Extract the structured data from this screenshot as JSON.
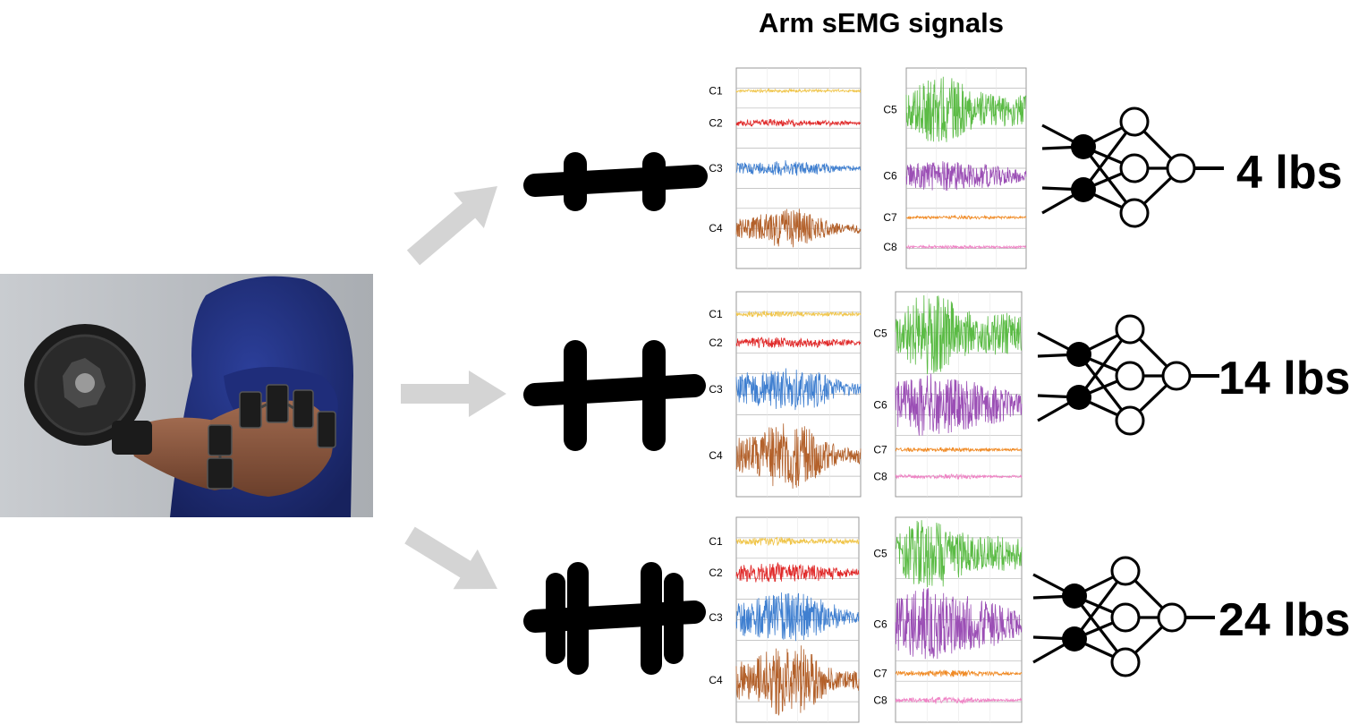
{
  "title": "Arm sEMG signals",
  "colors": {
    "arrow": "#d4d4d4",
    "panel_border": "#999999",
    "gridline": "#b5b5b5",
    "C1": "#f0c54a",
    "C2": "#e02a2a",
    "C3": "#3f7fd0",
    "C4": "#b3612b",
    "C5": "#5bbb45",
    "C6": "#9b4fb5",
    "C7": "#f08a24",
    "C8": "#ef83c5"
  },
  "photo": {
    "icons": [
      "arm-photo",
      "dumbbell-in-hand-icon",
      "emg-armband-icon"
    ]
  },
  "rows": [
    {
      "weight_label": "4 lbs",
      "icons": [
        "dumbbell-light-icon",
        "neural-network-icon"
      ],
      "left_channels": [
        {
          "label": "C1",
          "amp": 0.08
        },
        {
          "label": "C2",
          "amp": 0.18
        },
        {
          "label": "C3",
          "amp": 0.28
        },
        {
          "label": "C4",
          "amp": 0.55
        }
      ],
      "right_channels": [
        {
          "label": "C5",
          "amp": 0.85
        },
        {
          "label": "C6",
          "amp": 0.6
        },
        {
          "label": "C7",
          "amp": 0.08
        },
        {
          "label": "C8",
          "amp": 0.06
        }
      ]
    },
    {
      "weight_label": "14 lbs",
      "icons": [
        "dumbbell-medium-icon",
        "neural-network-icon"
      ],
      "left_channels": [
        {
          "label": "C1",
          "amp": 0.2
        },
        {
          "label": "C2",
          "amp": 0.35
        },
        {
          "label": "C3",
          "amp": 0.75
        },
        {
          "label": "C4",
          "amp": 0.95
        }
      ],
      "right_channels": [
        {
          "label": "C5",
          "amp": 1.0
        },
        {
          "label": "C6",
          "amp": 1.0
        },
        {
          "label": "C7",
          "amp": 0.15
        },
        {
          "label": "C8",
          "amp": 0.12
        }
      ]
    },
    {
      "weight_label": "24 lbs",
      "icons": [
        "dumbbell-heavy-icon",
        "neural-network-icon"
      ],
      "left_channels": [
        {
          "label": "C1",
          "amp": 0.3
        },
        {
          "label": "C2",
          "amp": 0.6
        },
        {
          "label": "C3",
          "amp": 1.0
        },
        {
          "label": "C4",
          "amp": 1.0
        }
      ],
      "right_channels": [
        {
          "label": "C5",
          "amp": 1.0
        },
        {
          "label": "C6",
          "amp": 1.0
        },
        {
          "label": "C7",
          "amp": 0.25
        },
        {
          "label": "C8",
          "amp": 0.18
        }
      ]
    }
  ]
}
